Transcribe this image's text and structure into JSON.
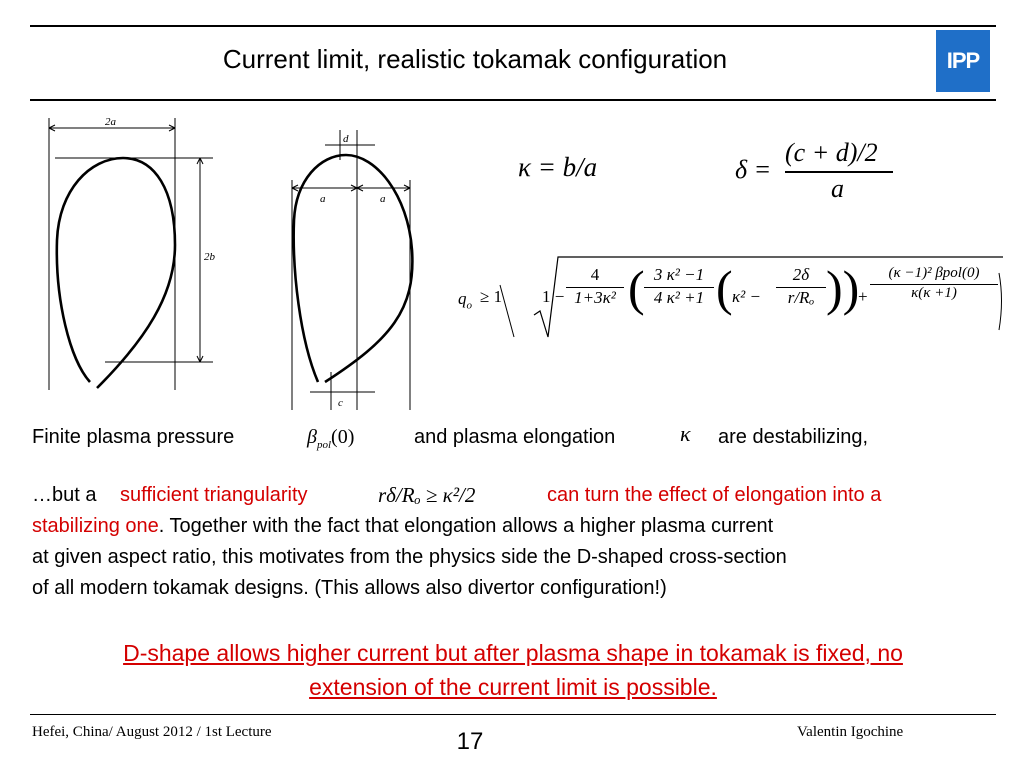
{
  "title": "Current limit, realistic tokamak configuration",
  "logo_text": "IPP",
  "figure_labels": {
    "width_2a": "2a",
    "height_2b": "2b",
    "d": "d",
    "a_left": "a",
    "a_right": "a",
    "c": "c"
  },
  "equations": {
    "kappa": "κ = b/a",
    "delta_lhs": "δ =",
    "delta_num": "(c + d)/2",
    "delta_den": "a",
    "q_lhs": "q",
    "q_sub": "o",
    "q_ge": "≥ 1",
    "q_one_minus": "1 −",
    "q_frac1_num": "4",
    "q_frac1_den": "1+3κ²",
    "q_frac2_num": "3 κ² −1",
    "q_frac2_den": "4 κ² +1",
    "q_kappa2": "κ² −",
    "q_frac3_num": "2δ",
    "q_frac3_den": "r/Rₒ",
    "q_plus": "+",
    "q_frac4_num": "(κ −1)² βpol(0)",
    "q_frac4_den": "κ(κ +1)"
  },
  "text": {
    "line1_a": "Finite plasma pressure",
    "beta_symbol": "β",
    "beta_sub": "pol",
    "beta_arg": "(0)",
    "line1_b": "and plasma elongation",
    "kappa_symbol": "κ",
    "line1_c": "are destabilizing,",
    "line2_a": "…but a ",
    "line2_red1": "sufficient triangularity",
    "tri_condition": "rδ/Rₒ ≥ κ²/2",
    "line2_red2": "can turn the effect of elongation into a",
    "line3_red": "stabilizing one",
    "line3_rest": ". Together with the fact that elongation allows a higher plasma current",
    "line4": "at given aspect ratio, this motivates from the physics side the D-shaped cross-section",
    "line5": "of all modern tokamak designs. (This allows also divertor configuration!)"
  },
  "conclusion": {
    "line1": "D-shape allows higher current but after plasma shape in tokamak is fixed, no",
    "line2": "extension of the current limit is possible."
  },
  "footer": {
    "left": "Hefei, China/ August 2012 / 1st Lecture",
    "page": "17",
    "right": "Valentin Igochine"
  }
}
